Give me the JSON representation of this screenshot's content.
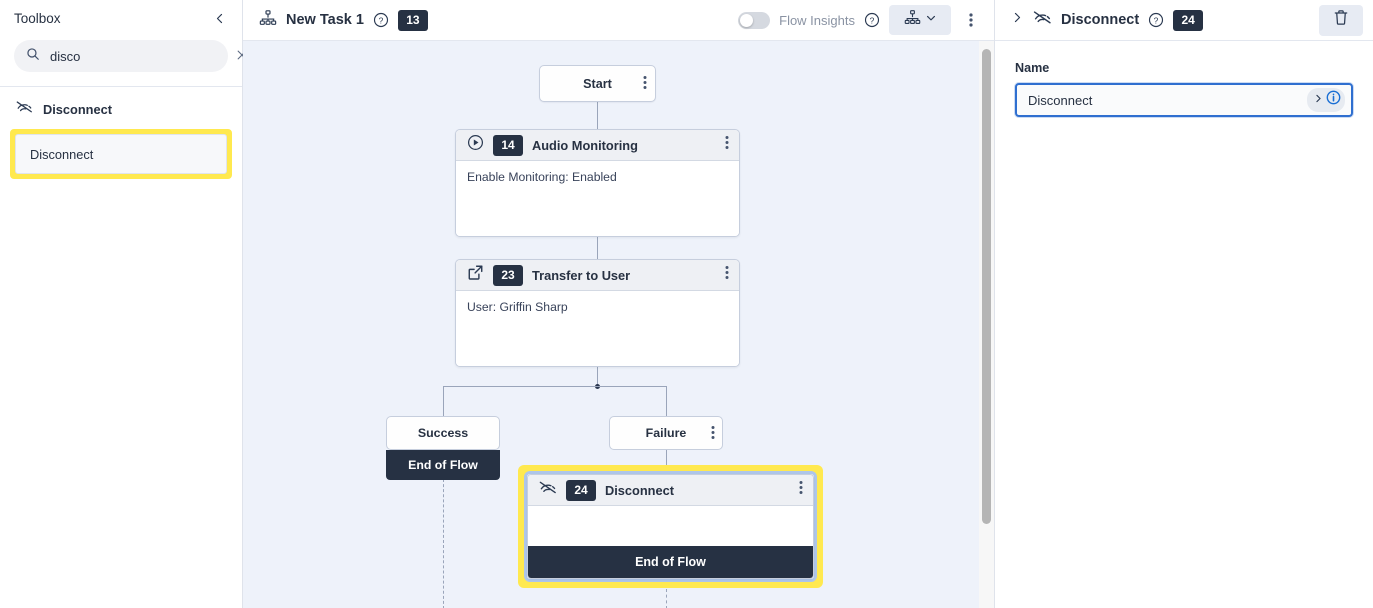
{
  "sidebar": {
    "title": "Toolbox",
    "collapse_icon": "chevron-left-icon",
    "search": {
      "icon": "search-icon",
      "value": "disco",
      "placeholder": "Search",
      "clear_icon": "close-icon"
    },
    "group": {
      "icon": "disconnect-icon",
      "label": "Disconnect"
    },
    "items": [
      {
        "label": "Disconnect",
        "highlighted": true
      }
    ],
    "highlight_color": "#ffe94f"
  },
  "toolbar": {
    "flow_icon": "hierarchy-icon",
    "title": "New Task 1",
    "help_icon": "help-circle-icon",
    "badge": "13",
    "toggle": {
      "label": "Flow Insights",
      "state": "off",
      "help_icon": "help-circle-icon"
    },
    "view_select": {
      "icon": "hierarchy-icon",
      "chevron": "chevron-down-icon"
    },
    "menu_icon": "kebab-menu-icon"
  },
  "canvas": {
    "background": "#eef2fa",
    "nodes": {
      "start": {
        "label": "Start",
        "menu_icon": "kebab-menu-icon"
      },
      "audio_monitoring": {
        "icon": "play-circle-icon",
        "badge": "14",
        "title": "Audio Monitoring",
        "body": "Enable Monitoring: Enabled",
        "menu_icon": "kebab-menu-icon"
      },
      "transfer_to_user": {
        "icon": "external-link-icon",
        "badge": "23",
        "title": "Transfer to User",
        "body": "User: Griffin Sharp",
        "menu_icon": "kebab-menu-icon"
      },
      "success": {
        "label": "Success",
        "footer": "End of Flow"
      },
      "failure": {
        "label": "Failure",
        "menu_icon": "kebab-menu-icon"
      },
      "disconnect": {
        "icon": "disconnect-icon",
        "badge": "24",
        "title": "Disconnect",
        "body": "",
        "footer": "End of Flow",
        "menu_icon": "kebab-menu-icon",
        "selected": true,
        "highlight_color": "#ffe94f",
        "selection_border": "#aec6ea"
      }
    }
  },
  "right_panel": {
    "expand_icon": "chevron-right-icon",
    "icon": "disconnect-icon",
    "title": "Disconnect",
    "help_icon": "help-circle-icon",
    "badge": "24",
    "delete_icon": "trash-icon",
    "fields": [
      {
        "label": "Name",
        "value": "Disconnect",
        "placeholder": "Name",
        "chevron_icon": "chevron-right-icon",
        "info_icon": "info-circle-icon",
        "focused": true
      }
    ]
  }
}
